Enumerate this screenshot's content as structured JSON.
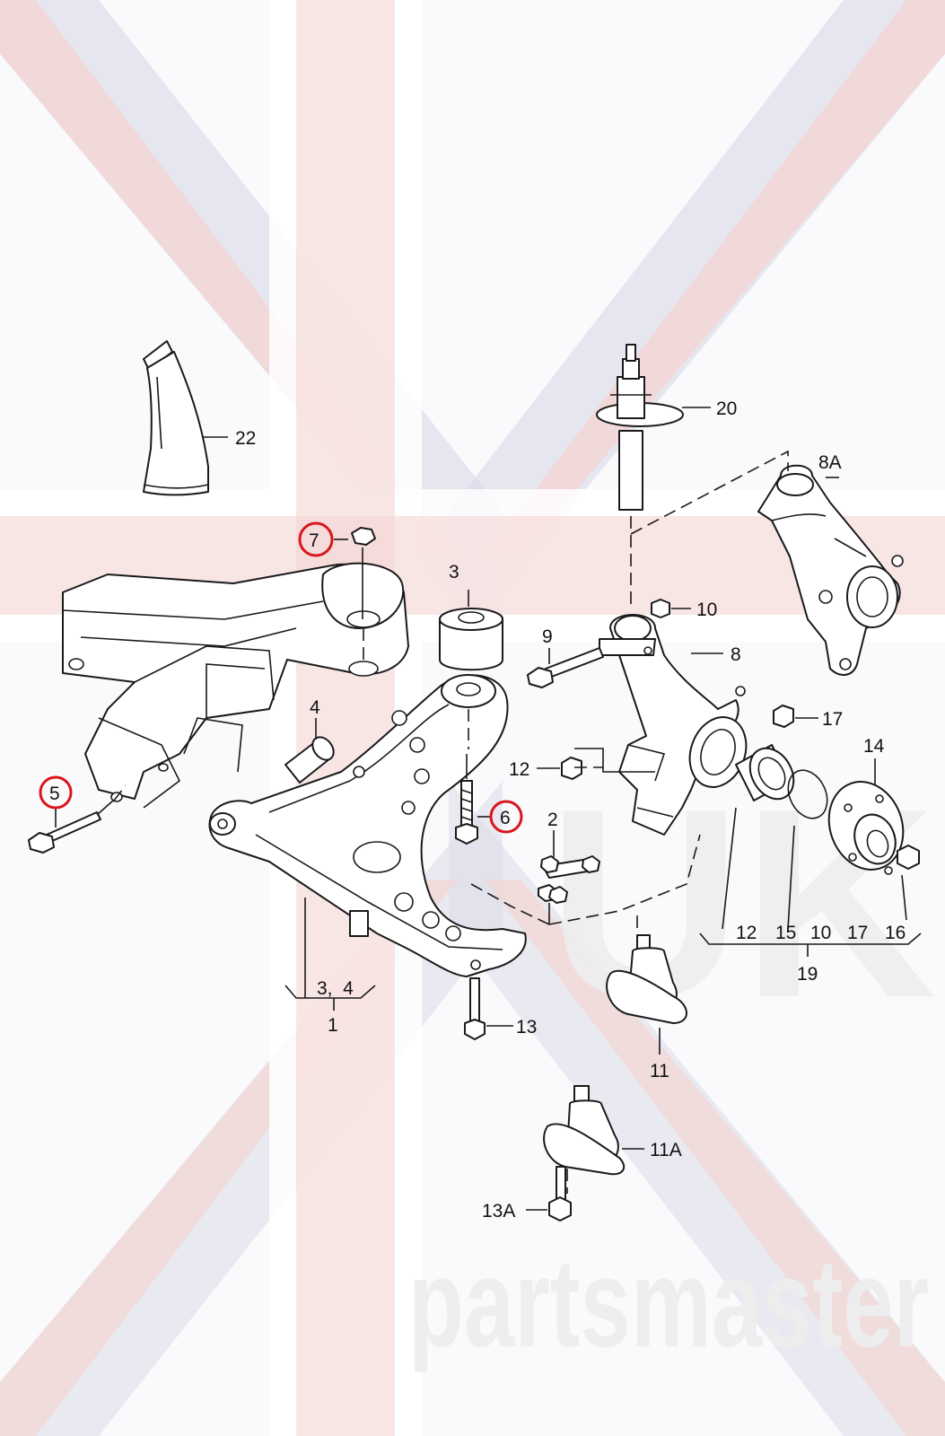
{
  "watermark": {
    "brand": "partsmaster",
    "badge": "UK"
  },
  "colors": {
    "highlight": "#d9161c",
    "line": "#1a1a1a",
    "flag_red": "#f4d5d3",
    "flag_blue": "#dcdce9",
    "watermark": "#eeeeee"
  },
  "labels": {
    "l22": "22",
    "l20": "20",
    "l8a": "8A",
    "l7": "7",
    "l3": "3",
    "l10": "10",
    "l9": "9",
    "l8": "8",
    "l4": "4",
    "l17": "17",
    "l14": "14",
    "l12": "12",
    "l5": "5",
    "l6": "6",
    "l2": "2",
    "l12b": "12",
    "l15": "15",
    "l10b": "10",
    "l17b": "17",
    "l16": "16",
    "l19": "19",
    "l34": "3,  4",
    "l1": "1",
    "l13": "13",
    "l11": "11",
    "l11a": "11A",
    "l13a": "13A"
  },
  "highlighted_parts": [
    "5",
    "6",
    "7"
  ]
}
